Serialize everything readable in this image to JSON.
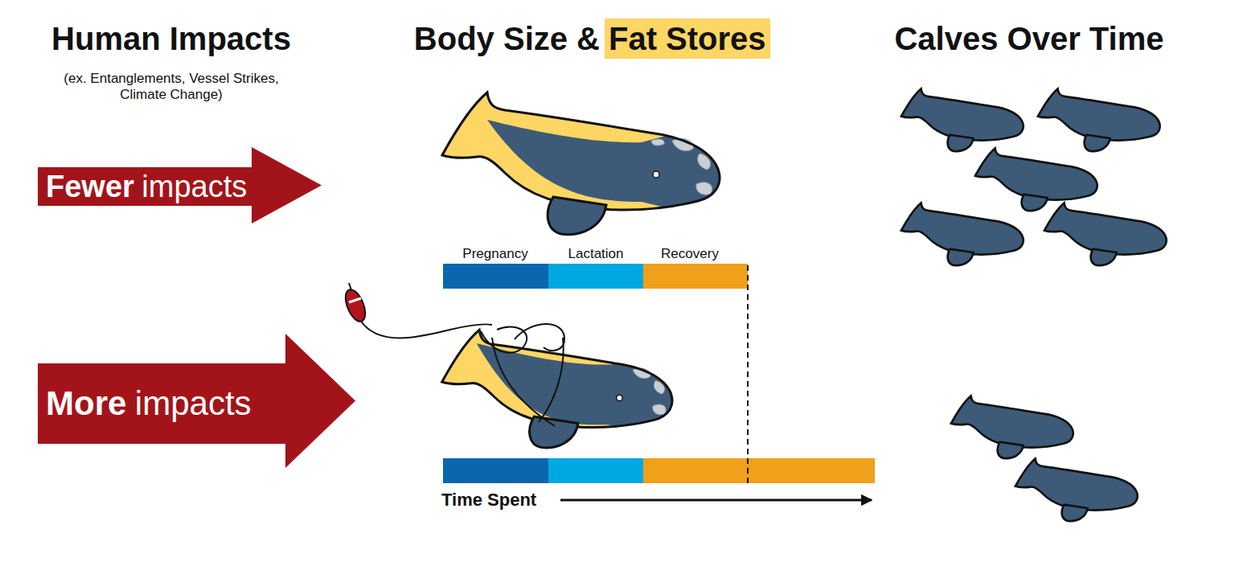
{
  "diagram": {
    "nodes": [
      {
        "text": [
          "Fewer",
          "impacts"
        ]
      },
      {
        "text": [
          "More",
          "impacts"
        ]
      }
    ],
    "labels": [
      "Human Impacts",
      "(ex. Entanglements, Vessel Strikes, Climate Change)",
      "Body Size &",
      "Fat Stores",
      "Calves Over Time",
      "Pregnancy",
      "Lactation",
      "Recovery",
      "Time Spent"
    ]
  }
}
